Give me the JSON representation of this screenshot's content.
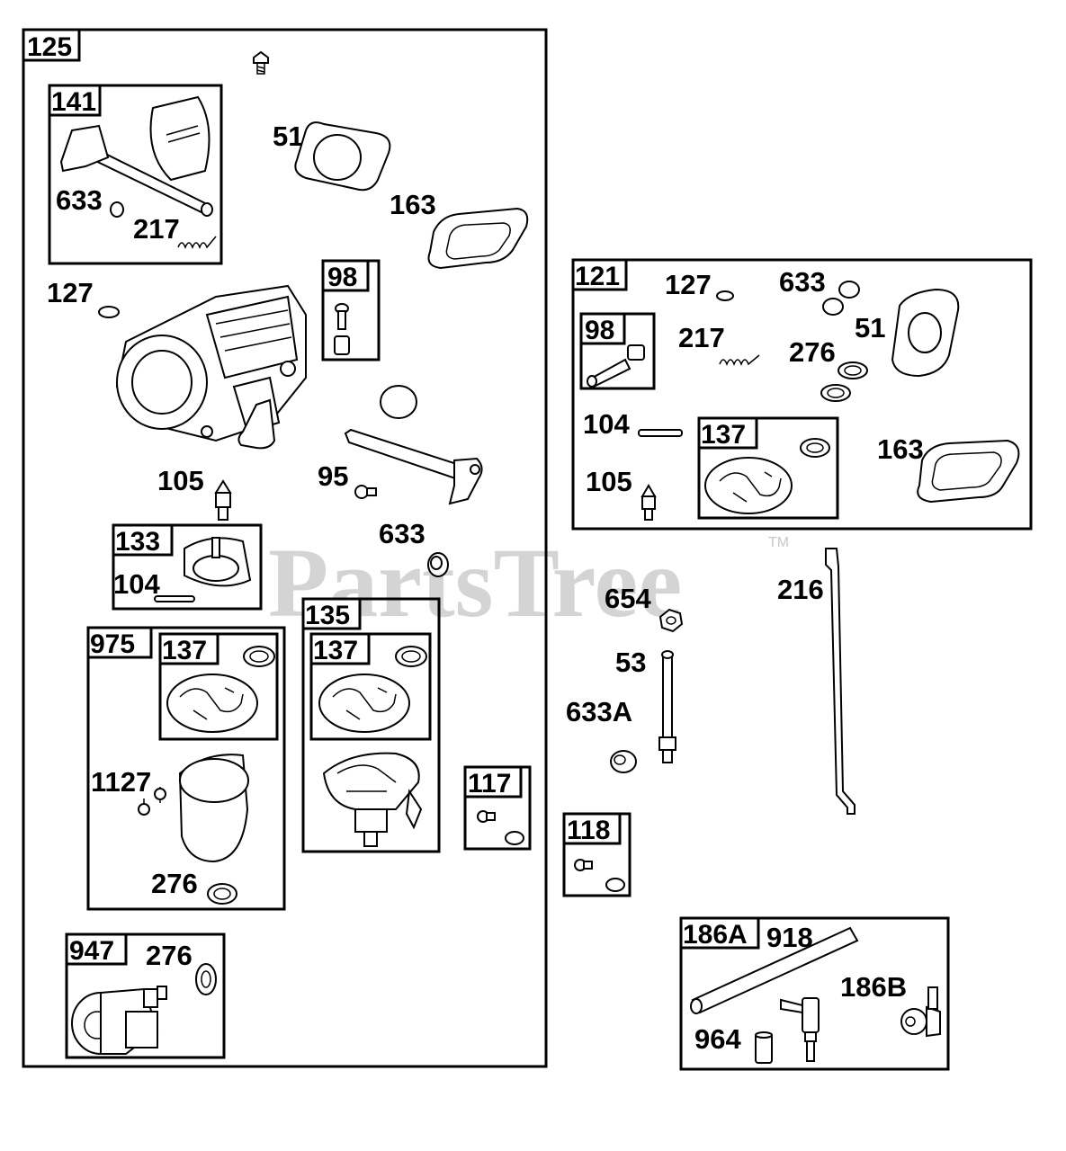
{
  "watermark": {
    "text": "PartsTree",
    "trademark": "TM"
  },
  "boxes": {
    "b125": "125",
    "b141": "141",
    "b98a": "98",
    "b133": "133",
    "b975": "975",
    "b137a": "137",
    "b135": "135",
    "b137b": "137",
    "b117": "117",
    "b947": "947",
    "b121": "121",
    "b98b": "98",
    "b137c": "137",
    "b118": "118",
    "b186A": "186A"
  },
  "labels": {
    "l51a": "51",
    "l163a": "163",
    "l633a": "633",
    "l217a": "217",
    "l127a": "127",
    "l105a": "105",
    "l95": "95",
    "l633b": "633",
    "l104a": "104",
    "l1127": "1127",
    "l276a": "276",
    "l276b": "276",
    "l127b": "127",
    "l633c": "633",
    "l51b": "51",
    "l217b": "217",
    "l276c": "276",
    "l104b": "104",
    "l163b": "163",
    "l105b": "105",
    "l654": "654",
    "l216": "216",
    "l53": "53",
    "l633A": "633A",
    "l918": "918",
    "l186B": "186B",
    "l964": "964"
  }
}
